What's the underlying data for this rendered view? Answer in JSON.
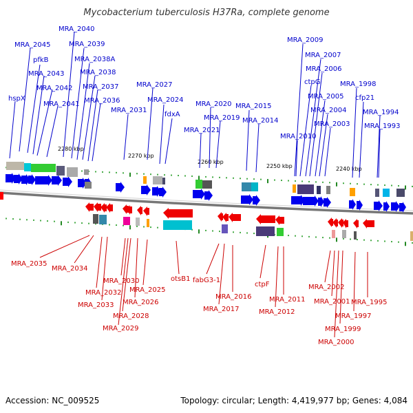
{
  "title": "Mycobacterium tuberculosis H37Ra, complete genome",
  "footer": {
    "accession": "Accession: NC_009525",
    "stats": "Topology: circular; Length: 4,419,977 bp; Genes: 4,084"
  },
  "colors": {
    "top_strand": "#0000cc",
    "bottom_strand": "#cc0000",
    "backbone": "#888888"
  },
  "ticks": [
    {
      "label": "2280 kbp"
    },
    {
      "label": "2270 kbp"
    },
    {
      "label": "2260 kbp"
    },
    {
      "label": "2250 kbp"
    },
    {
      "label": "2240 kbp"
    }
  ],
  "top_genes": [
    {
      "label": "hspX"
    },
    {
      "label": "MRA_2045"
    },
    {
      "label": "pfkB"
    },
    {
      "label": "MRA_2043"
    },
    {
      "label": "MRA_2042"
    },
    {
      "label": "MRA_2041"
    },
    {
      "label": "MRA_2040"
    },
    {
      "label": "MRA_2039"
    },
    {
      "label": "MRA_2038A"
    },
    {
      "label": "MRA_2038"
    },
    {
      "label": "MRA_2037"
    },
    {
      "label": "MRA_2036"
    },
    {
      "label": "MRA_2031"
    },
    {
      "label": "MRA_2027"
    },
    {
      "label": "MRA_2024"
    },
    {
      "label": "fdxA"
    },
    {
      "label": "MRA_2020"
    },
    {
      "label": "MRA_2019"
    },
    {
      "label": "MRA_2021"
    },
    {
      "label": "MRA_2015"
    },
    {
      "label": "MRA_2014"
    },
    {
      "label": "MRA_2009"
    },
    {
      "label": "MRA_2007"
    },
    {
      "label": "MRA_2006"
    },
    {
      "label": "ctpG"
    },
    {
      "label": "MRA_2005"
    },
    {
      "label": "MRA_2004"
    },
    {
      "label": "MRA_2003"
    },
    {
      "label": "MRA_2010"
    },
    {
      "label": "MRA_1998"
    },
    {
      "label": "cfp21"
    },
    {
      "label": "MRA_1994"
    },
    {
      "label": "MRA_1993"
    }
  ],
  "bottom_genes": [
    {
      "label": "MRA_2035"
    },
    {
      "label": "MRA_2034"
    },
    {
      "label": "MRA_2032"
    },
    {
      "label": "MRA_2033"
    },
    {
      "label": "MRA_2030"
    },
    {
      "label": "MRA_2025"
    },
    {
      "label": "MRA_2026"
    },
    {
      "label": "MRA_2028"
    },
    {
      "label": "MRA_2029"
    },
    {
      "label": "otsB1"
    },
    {
      "label": "fabG3-1"
    },
    {
      "label": "MRA_2016"
    },
    {
      "label": "MRA_2017"
    },
    {
      "label": "ctpF"
    },
    {
      "label": "MRA_2011"
    },
    {
      "label": "MRA_2012"
    },
    {
      "label": "MRA_2002"
    },
    {
      "label": "MRA_2001"
    },
    {
      "label": "MRA_1995"
    },
    {
      "label": "MRA_1997"
    },
    {
      "label": "MRA_1999"
    },
    {
      "label": "MRA_2000"
    }
  ]
}
